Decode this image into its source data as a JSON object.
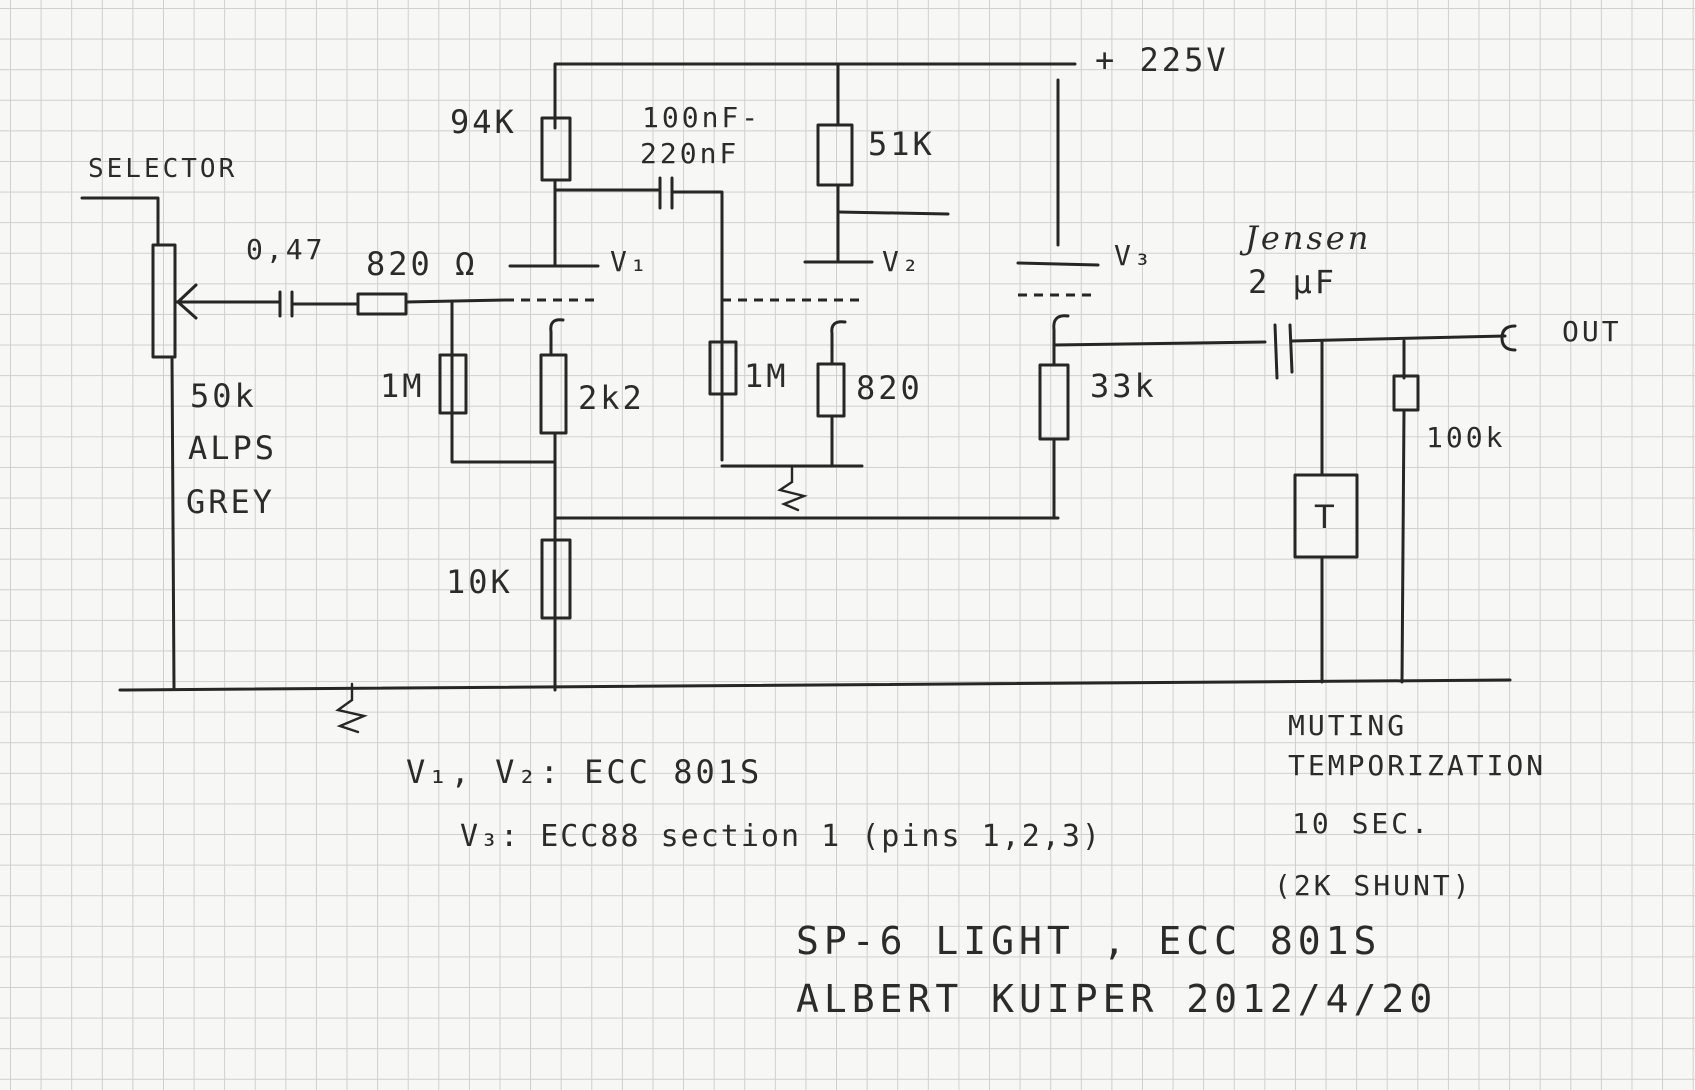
{
  "supply": "+ 225V",
  "selector": "SELECTOR",
  "pot": {
    "value": "50k",
    "make": "ALPS",
    "color": "GREY"
  },
  "input_cap": "0,47",
  "grid_stopper": "820 Ω",
  "v1": {
    "label": "V₁",
    "plate_resistor": "94K",
    "grid_leak": "1M",
    "cathode_resistor": "2k2"
  },
  "coupling_cap": {
    "line1": "100nF-",
    "line2": "220nF"
  },
  "v2": {
    "label": "V₂",
    "plate_resistor": "51K",
    "grid_leak": "1M",
    "cathode_resistor": "820"
  },
  "v3": {
    "label": "V₃",
    "cathode_resistor": "33k"
  },
  "tail_resistor": "10K",
  "output_cap": {
    "line1": "Jensen",
    "line2": "2 μF"
  },
  "output_label": "OUT",
  "output_shunt": "100k",
  "muting_relay": "T",
  "muting_note": [
    "MUTING",
    "TEMPORIZATION",
    "10 SEC.",
    "(2K SHUNT)"
  ],
  "tube_notes": [
    "V₁, V₂: ECC 801S",
    "V₃: ECC88 section 1 (pins 1,2,3)"
  ],
  "title_lines": [
    "SP-6 LIGHT , ECC 801S",
    "ALBERT KUIPER 2012/4/20"
  ],
  "colors": {
    "ink": "#262626",
    "paper": "#f7f7f5",
    "grid": "#cfcfcf"
  }
}
